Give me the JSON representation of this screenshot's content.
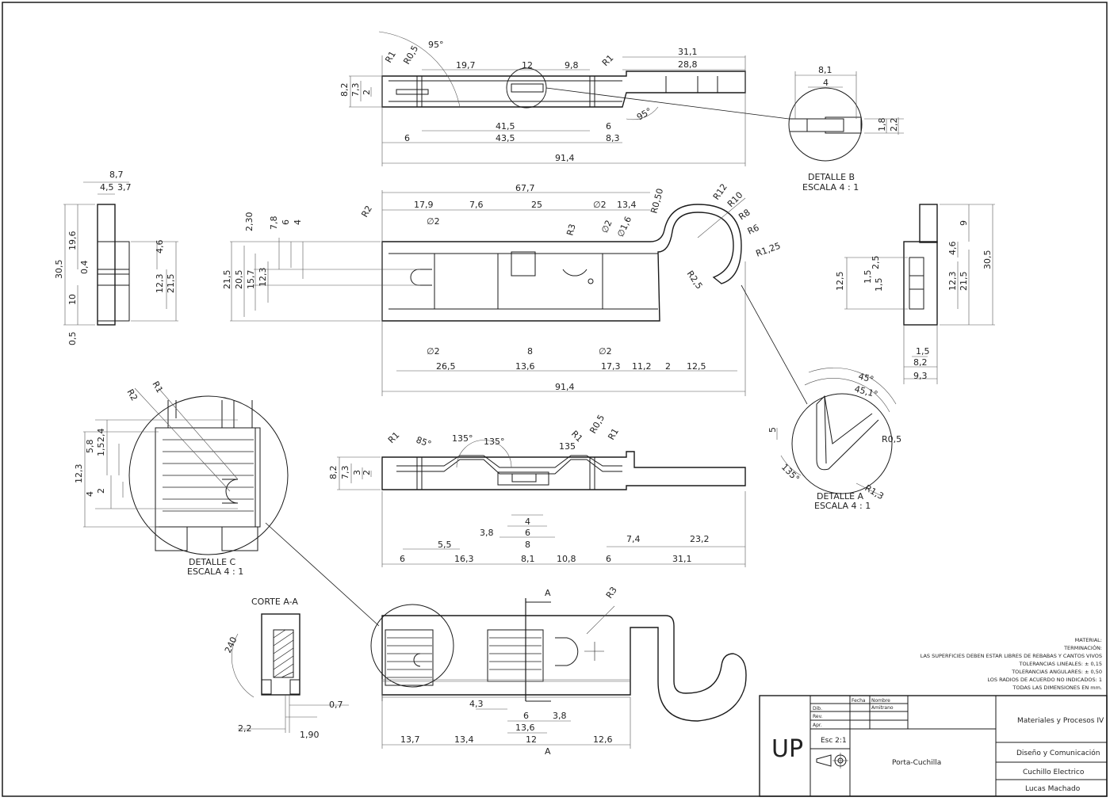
{
  "top_view": {
    "dims": [
      "95°",
      "R1",
      "R0,5",
      "19,7",
      "12",
      "9,8",
      "R1",
      "31,1",
      "28,8",
      "8,2",
      "7,3",
      "2",
      "41,5",
      "6",
      "6",
      "43,5",
      "8,3",
      "95°",
      "91,4"
    ]
  },
  "detail_b": {
    "dims": [
      "8,1",
      "4",
      "1,8",
      "2,2"
    ],
    "title": "DETALLE B",
    "scale": "ESCALA 4 : 1"
  },
  "front_view": {
    "dims_top": [
      "67,7",
      "17,9",
      "7,6",
      "25",
      "13,4",
      "R0,50",
      "R2",
      "∅2",
      "∅2",
      "R3",
      "∅2",
      "∅1,6",
      "R12",
      "R10",
      "R8",
      "R6",
      "R1,25",
      "R2,5"
    ],
    "dims_left": [
      "2,30",
      "7,8",
      "6",
      "4",
      "21,5",
      "20,5",
      "15,7",
      "12,3"
    ],
    "dims_bottom": [
      "∅2",
      "8",
      "∅2",
      "26,5",
      "13,6",
      "17,3",
      "11,2",
      "2",
      "12,5",
      "91,4"
    ]
  },
  "left_view": {
    "dims": [
      "8,7",
      "4,5",
      "3,7",
      "19,6",
      "30,5",
      "0,4",
      "4,6",
      "12,3",
      "21,5",
      "10",
      "0,5"
    ]
  },
  "right_view": {
    "dims": [
      "9",
      "4,6",
      "30,5",
      "2,5",
      "1,5",
      "1,5",
      "12,5",
      "12,3",
      "21,5",
      "1,5",
      "8,2",
      "9,3"
    ]
  },
  "detail_a": {
    "dims": [
      "45°",
      "45,1°",
      "5",
      "R0,5",
      "135°",
      "R1,3"
    ],
    "title": "DETALLE A",
    "scale": "ESCALA 4 : 1"
  },
  "detail_c": {
    "dims": [
      "R2",
      "R1",
      "12,3",
      "5,8",
      "1,5",
      "2,4",
      "4",
      "2"
    ],
    "title": "DETALLE C",
    "scale": "ESCALA 4 : 1"
  },
  "bottom_view": {
    "dims": [
      "R1",
      "85°",
      "135°",
      "135°",
      "R1",
      "R0,5",
      "R1",
      "135",
      "8,2",
      "7,3",
      "3",
      "2",
      "4",
      "3,8",
      "6",
      "8",
      "5,5",
      "7,4",
      "23,2",
      "6",
      "16,3",
      "8,1",
      "10,8",
      "6",
      "31,1"
    ]
  },
  "section_aa": {
    "title": "CORTE A-A",
    "dims": [
      "240",
      "0,7",
      "1,90",
      "2,2"
    ]
  },
  "lower_view": {
    "dims": [
      "R3",
      "4,3",
      "6",
      "3,8",
      "13,6",
      "13,7",
      "13,4",
      "12",
      "12,6"
    ],
    "cut_label": "A"
  },
  "notes": [
    "MATERIAL:",
    "TERMINACIÓN:",
    "LAS SUPERFICIES DEBEN ESTAR LIBRES DE REBABAS Y CANTOS VIVOS",
    "TOLERANCIAS LINEALES: ± 0,15",
    "TOLERANCIAS ANGULARES: ± 0,50",
    "LOS RADIOS DE ACUERDO NO INDICADOS: 1",
    "TODAS LAS DIMENSIONES EN mm."
  ],
  "title_block": {
    "logo": "UP",
    "header_fecha": "Fecha",
    "header_nombre": "Nombre",
    "row_dib": "Dib.",
    "row_rev": "Rev.",
    "row_apr": "Apr.",
    "dib_name": "Amitrano",
    "scale": "Esc 2:1",
    "part_name": "Porta-Cuchilla",
    "course": "Materiales y Procesos IV",
    "career": "Diseño y Comunicación",
    "project": "Cuchillo Electrico",
    "author": "Lucas Machado"
  },
  "colors": {
    "line": "#1a1a1a",
    "dim": "#333333",
    "paper": "#ffffff"
  }
}
